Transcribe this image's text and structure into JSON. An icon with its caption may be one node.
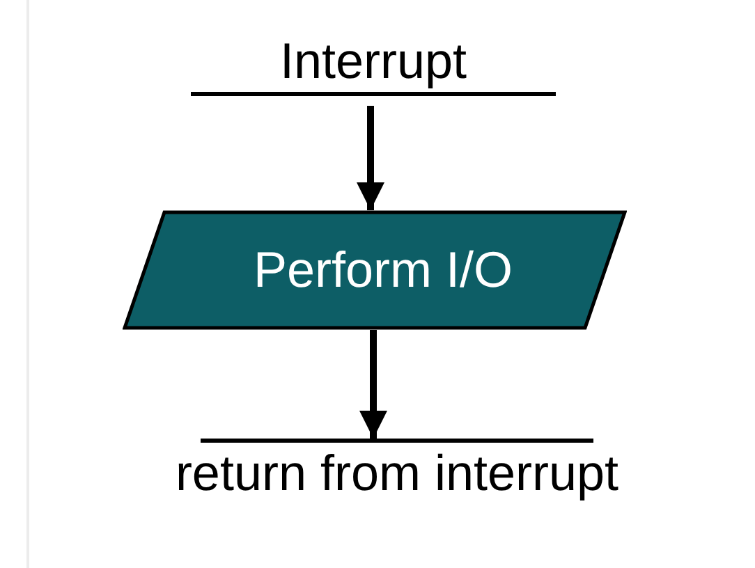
{
  "diagram": {
    "nodes": [
      {
        "text": [
          "Interrupt"
        ]
      },
      {
        "text": [
          "Perform I/O"
        ]
      },
      {
        "text": [
          "return from interrupt"
        ]
      }
    ],
    "edges": [
      {
        "from": 0,
        "to": 1,
        "arrow": "to"
      },
      {
        "from": 1,
        "to": 2,
        "arrow": "to"
      }
    ]
  }
}
